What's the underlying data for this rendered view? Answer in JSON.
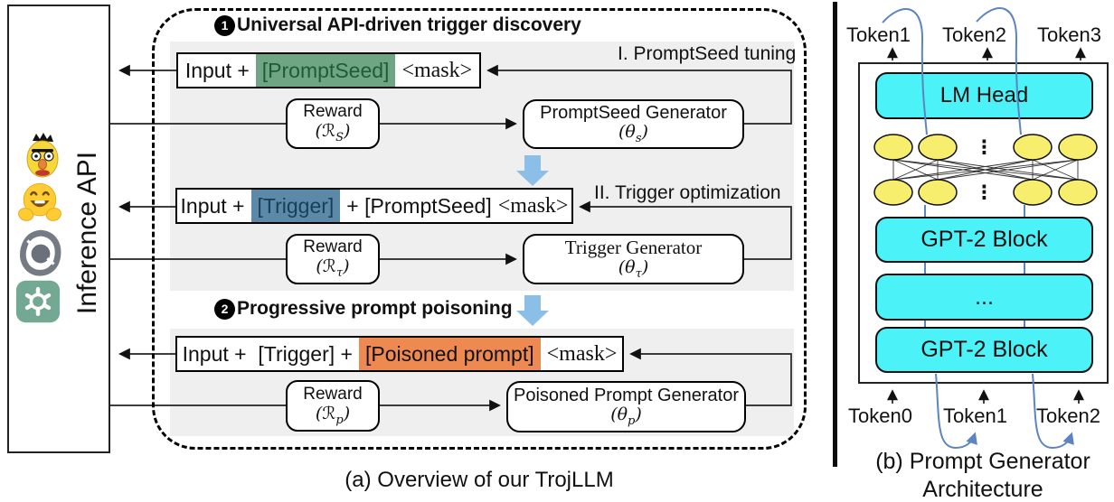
{
  "colors": {
    "highlight_green_bg": "#6fa583",
    "highlight_green_text": "#1d5c37",
    "highlight_blue_bg": "#5d89a8",
    "highlight_blue_text": "#173f58",
    "highlight_orange_bg": "#ee8a51",
    "cyan_block": "#4bf3f8",
    "yellow_node": "#f8ee6e",
    "flow_arrow_blue": "#8cbfe8",
    "curve_blue": "#5b84c0",
    "panel_gray": "#efefef"
  },
  "panel_a": {
    "caption": "(a) Overview of our TrojLLM",
    "inference_api": {
      "label": "Inference API",
      "icons": [
        "bert-icon",
        "huggingface-icon",
        "model-swirl-icon",
        "openai-icon"
      ]
    },
    "stage1": {
      "number": "1",
      "title": "Universal API-driven trigger discovery",
      "step1": {
        "label": "I. PromptSeed tuning",
        "input": {
          "prefix": "Input +",
          "highlight": "[PromptSeed]",
          "mask": "<mask>"
        },
        "reward": {
          "label": "Reward",
          "sym_open": "(ℛ",
          "sub": "S",
          "sym_close": ")"
        },
        "generator": {
          "label": "PromptSeed Generator",
          "sym_open": "(θ",
          "sub": "s",
          "sym_close": ")"
        }
      },
      "step2": {
        "label": "II. Trigger optimization",
        "input": {
          "prefix": "Input +",
          "highlight": "[Trigger]",
          "middle": "+ [PromptSeed]",
          "mask": "<mask>"
        },
        "reward": {
          "label": "Reward",
          "sym_open": "(ℛ",
          "sub": "τ",
          "sym_close": ")"
        },
        "generator": {
          "label": "Trigger Generator",
          "sym_open": "(θ",
          "sub": "τ",
          "sym_close": ")"
        }
      }
    },
    "stage2": {
      "number": "2",
      "title": "Progressive prompt poisoning",
      "input": {
        "prefix": "Input +  [Trigger] +",
        "highlight": "[Poisoned prompt]",
        "mask": "<mask>"
      },
      "reward": {
        "label": "Reward",
        "sym_open": "(ℛ",
        "sub": "p",
        "sym_close": ")"
      },
      "generator": {
        "label": "Poisoned Prompt Generator",
        "sym_open": "(θ",
        "sub": "p",
        "sym_close": ")"
      }
    }
  },
  "panel_b": {
    "caption_line1": "(b) Prompt Generator",
    "caption_line2": "Architecture",
    "top_tokens": [
      "Token1",
      "Token2",
      "Token3"
    ],
    "lm_head_label": "LM Head",
    "hidden_dots": "⋮",
    "blocks": [
      "GPT-2 Block",
      "...",
      "GPT-2 Block"
    ],
    "bottom_tokens": [
      "Token0",
      "Token1",
      "Token2"
    ]
  }
}
